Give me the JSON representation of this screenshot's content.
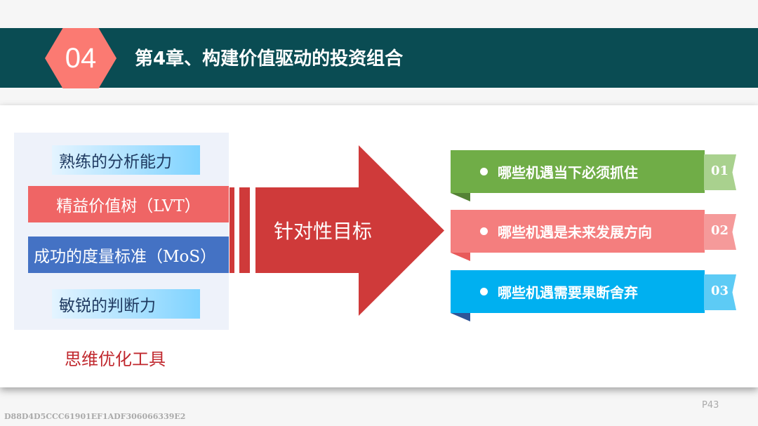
{
  "header": {
    "number": "04",
    "title": "第4章、构建价值驱动的投资组合"
  },
  "tools": {
    "items": [
      "熟练的分析能力",
      "精益价值树（LVT）",
      "成功的度量标准（MoS）",
      "敏锐的判断力"
    ],
    "caption": "思维优化工具"
  },
  "arrow": {
    "label": "针对性目标"
  },
  "ribbons": [
    {
      "text": "哪些机遇当下必须抓住",
      "num": "01",
      "color": "#70ad47"
    },
    {
      "text": "哪些机遇是未来发展方向",
      "num": "02",
      "color": "#f47e7e"
    },
    {
      "text": "哪些机遇需要果断舍弃",
      "num": "03",
      "color": "#00b0f0"
    }
  ],
  "footer": {
    "code": "D88D4D5CCC61901EF1ADF306066339E2",
    "page": "P43"
  }
}
